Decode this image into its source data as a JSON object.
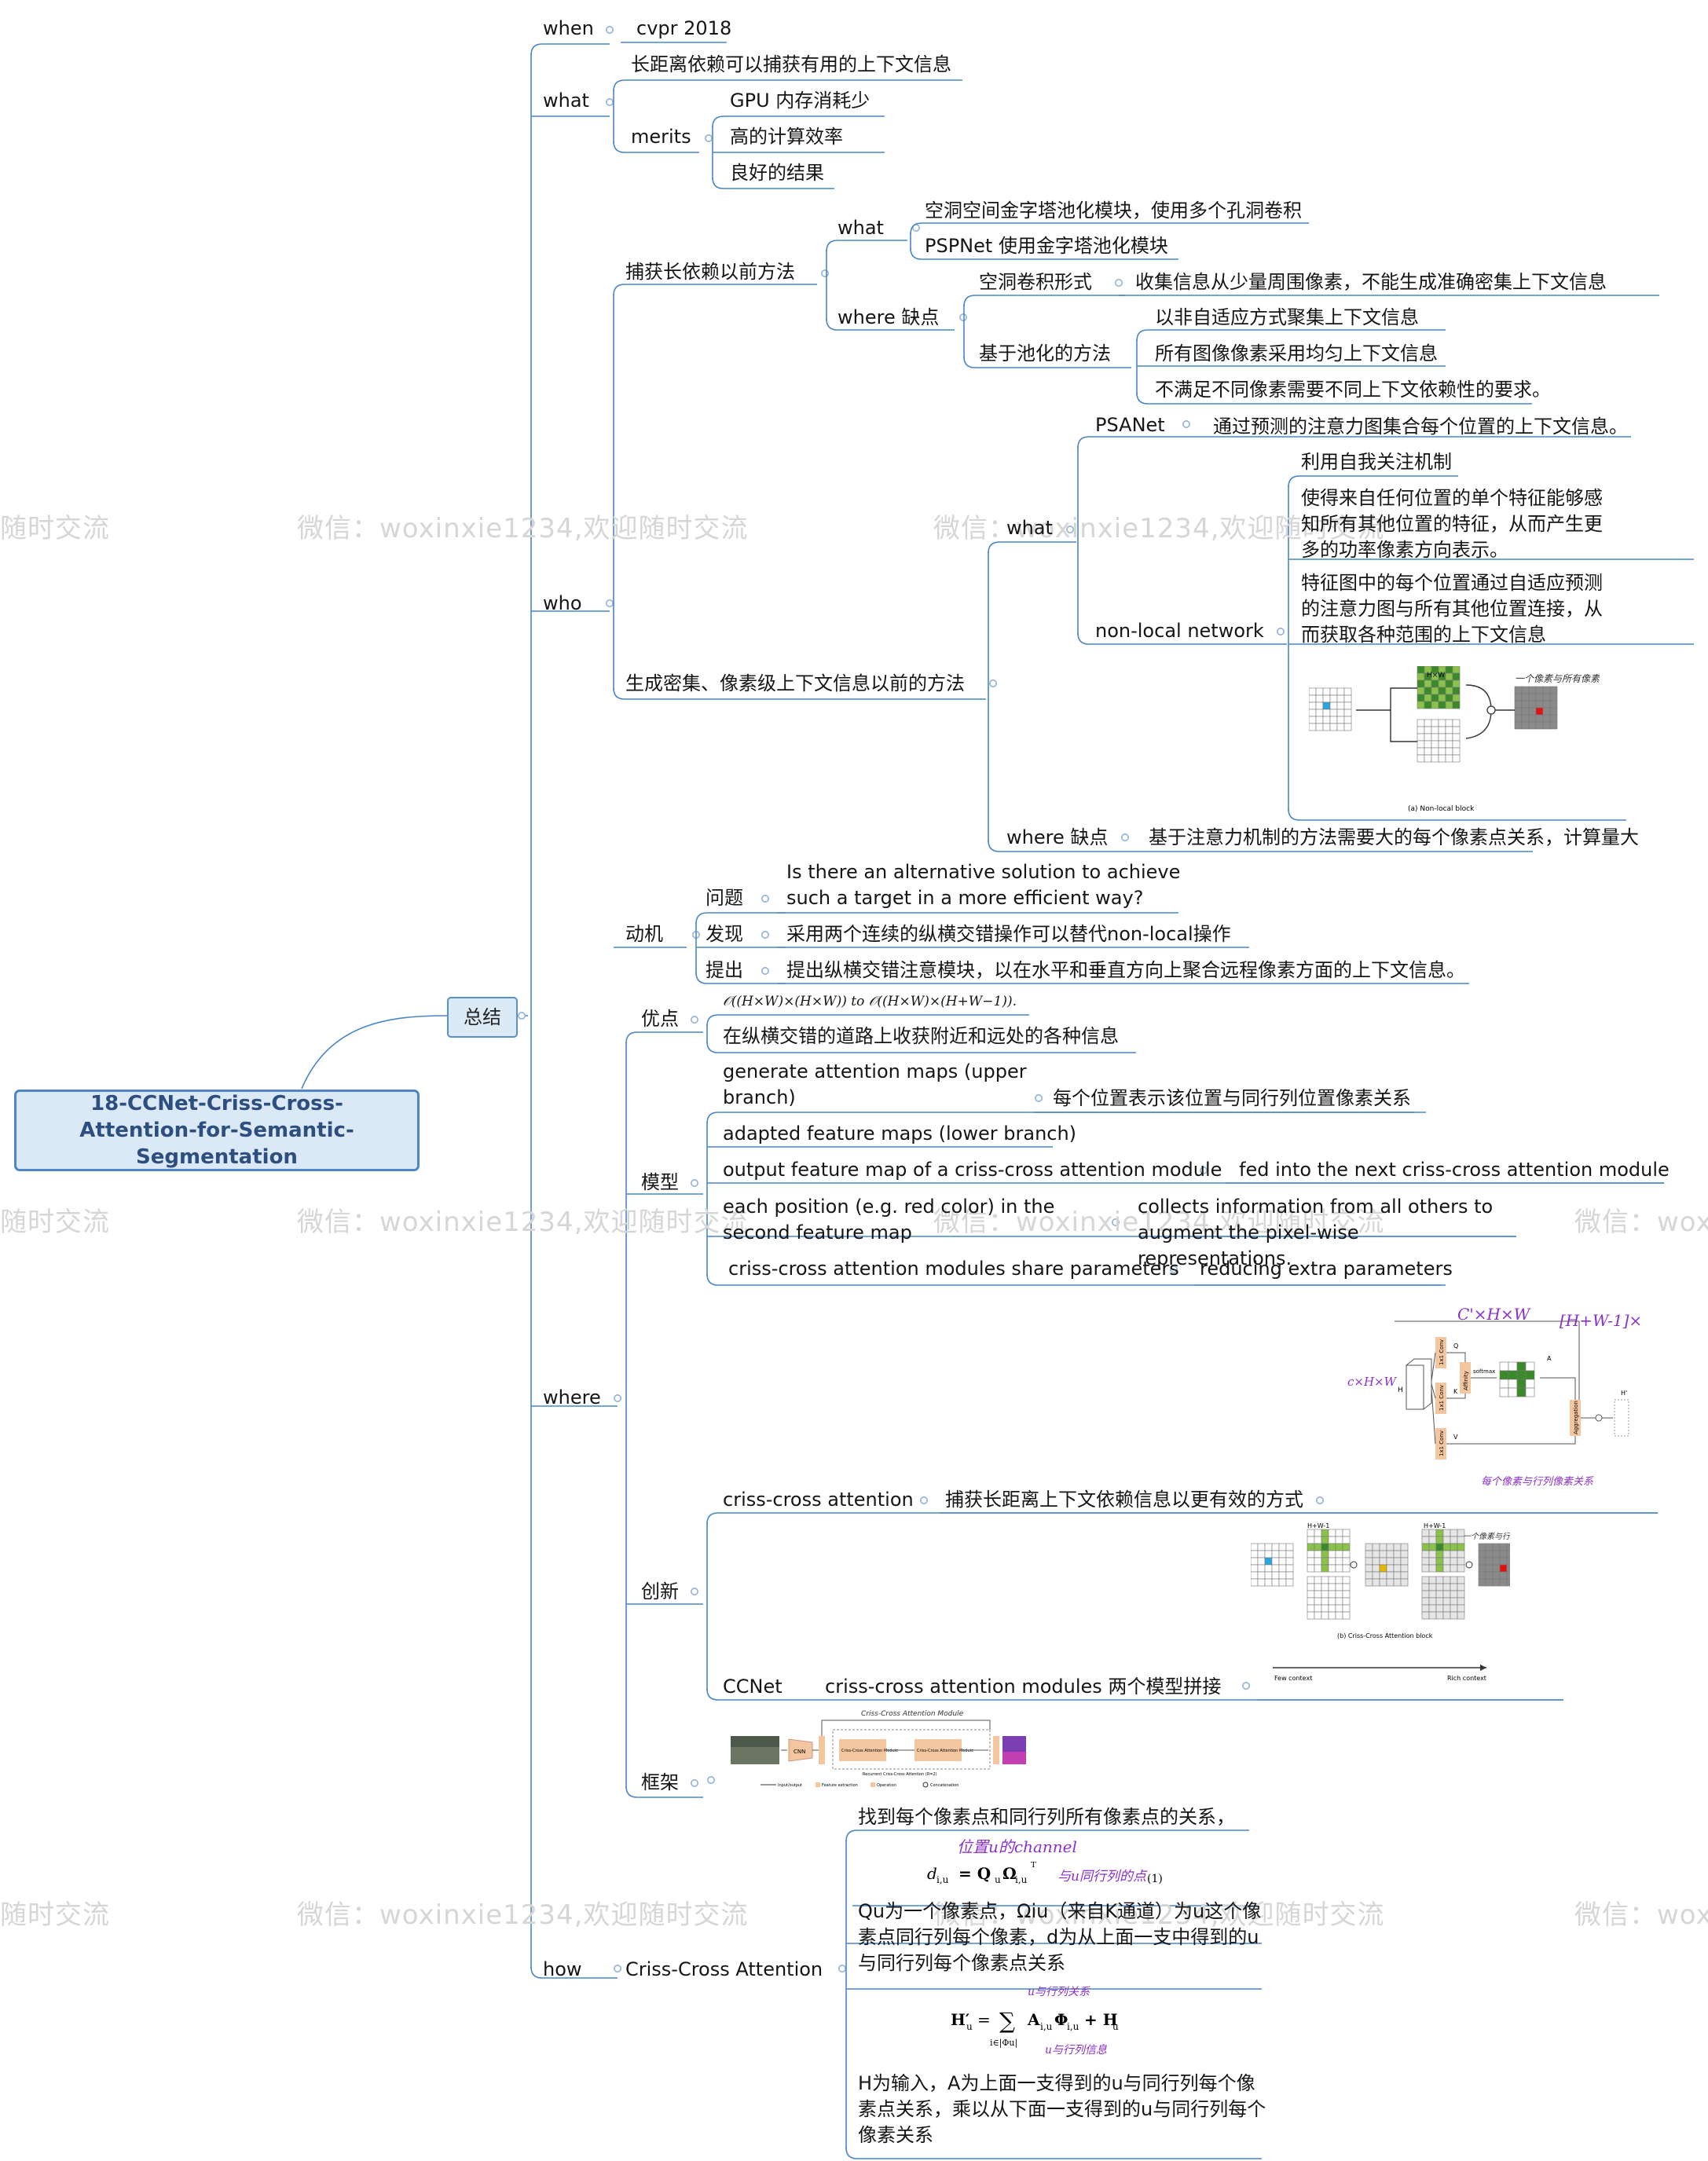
{
  "root": {
    "title": "18-CCNet-Criss-Cross-Attention-for-Semantic-Segmentation"
  },
  "summary": {
    "label": "总结"
  },
  "watermark": {
    "text": "微信：woxinxie1234,欢迎随时交流",
    "fragment_left": "随时交流",
    "fragment_right": "微信：wox"
  },
  "when": {
    "label": "when",
    "value": "cvpr 2018"
  },
  "what": {
    "label": "what",
    "desc": "长距离依赖可以捕获有用的上下文信息",
    "merits_label": "merits",
    "merits": [
      "GPU 内存消耗少",
      "高的计算效率",
      "良好的结果"
    ]
  },
  "who": {
    "label": "who",
    "prev": {
      "label": "捕获长依赖以前方法",
      "what_label": "what",
      "what_items": [
        "空洞空间金字塔池化模块，使用多个孔洞卷积",
        "PSPNet 使用金字塔池化模块"
      ],
      "where_label": "where 缺点",
      "dilated_label": "空洞卷积形式",
      "dilated_value": "收集信息从少量周围像素，不能生成准确密集上下文信息",
      "pool_label": "基于池化的方法",
      "pool_items": [
        "以非自适应方式聚集上下文信息",
        "所有图像像素采用均匀上下文信息",
        "不满足不同像素需要不同上下文依赖性的要求。"
      ]
    },
    "dense": {
      "label": "生成密集、像素级上下文信息以前的方法",
      "what_label": "what",
      "psanet_label": "PSANet",
      "psanet_value": "通过预测的注意力图集合每个位置的上下文信息。",
      "nonlocal_label": "non-local network",
      "nonlocal_items": [
        "利用自我关注机制",
        "使得来自任何位置的单个特征能够感知所有其他位置的特征，从而产生更多的功率像素方向表示。",
        "特征图中的每个位置通过自适应预测的注意力图与所有其他位置连接，从而获取各种范围的上下文信息"
      ],
      "figure": {
        "hw": "H×W",
        "annotation": "一个像素与所有像素相关联",
        "caption": "(a) Non-local block"
      },
      "where_label": "where 缺点",
      "where_value": "基于注意力机制的方法需要大的每个像素点关系，计算量大"
    },
    "motivation": {
      "label": "动机",
      "problem_label": "问题",
      "problem_value": "Is there an alternative solution to achieve such a target in a more efficient way?",
      "find_label": "发现",
      "find_value": "采用两个连续的纵横交错操作可以替代non-local操作",
      "propose_label": "提出",
      "propose_value": "提出纵横交错注意模块，以在水平和垂直方向上聚合远程像素方面的上下文信息。"
    }
  },
  "where": {
    "label": "where",
    "advantage": {
      "label": "优点",
      "formula": "𝒪((H×W)×(H×W)) to 𝒪((H×W)×(H+W−1)).",
      "value": "在纵横交错的道路上收获附近和远处的各种信息"
    },
    "model": {
      "label": "模型",
      "gen_label": "generate attention maps (upper branch)",
      "gen_value": "每个位置表示该位置与同行列位置像素关系",
      "adapted": "adapted feature maps (lower branch)",
      "output_label": "output feature map of a criss-cross attention module",
      "output_value": "fed into the next criss-cross attention module",
      "each_label": "each position (e.g. red color) in the second feature map",
      "each_value": "collects information from all others to augment the pixel-wise representations.",
      "share_label": "criss-cross attention modules share parameters",
      "share_value": "reducing extra parameters"
    },
    "innovation": {
      "label": "创新",
      "cca_label": "criss-cross attention",
      "cca_value": "捕获长距离上下文依赖信息以更有效的方式",
      "ccnet_label": "CCNet",
      "ccnet_value": "criss-cross attention modules 两个模型拼接",
      "fig1": {
        "note_top": "C'×H×W",
        "note_right": "[H+W-1]×",
        "note_left": "c×H×W",
        "note_bottom": "每个像素与行列像素关系",
        "q": "Q",
        "k": "K",
        "v": "V",
        "a": "A",
        "h": "H",
        "hp": "H'",
        "conv": "1x1 Conv",
        "affinity": "Affinity",
        "softmax": "softmax",
        "aggregation": "Aggregation"
      },
      "fig2": {
        "hw1": "H+W-1",
        "hw2": "H+W-1",
        "caption": "(b) Criss-Cross Attention block",
        "annotation": "一个像素与行列相关联",
        "few": "Few context",
        "rich": "Rich context"
      }
    },
    "framework": {
      "label": "框架",
      "cnn": "CNN",
      "recurrent": "Recurrent Criss-Cross Attention (R=2)",
      "module": "Criss-Cross Attention Module",
      "legend": [
        "Input/output",
        "Feature extraction",
        "Operation",
        "Concatenation"
      ]
    }
  },
  "how": {
    "label": "how",
    "cca_label": "Criss-Cross Attention",
    "items": [
      "找到每个像素点和同行列所有像素点的关系，",
      "Qu为一个像素点，Ωiu（来自K通道）为u这个像素点同行列每个像素，d为从上面一支中得到的u与同行列每个像素点关系",
      "H为输入，A为上面一支得到的u与同行列每个像素点关系，乘以从下面一支得到的u与同行列每个像素关系"
    ],
    "eq1": {
      "lhs": "d",
      "sub": "i,u",
      "rhs": "= Q",
      "rhs_sub": "u",
      "omega": "Ω",
      "omega_sub": "i,u",
      "t": "ᵀ",
      "num": "(1)",
      "note1": "位置u的channel",
      "note2": "与u同行列的点"
    },
    "eq2": {
      "lhs": "H′",
      "lhs_sub": "u",
      "eq": "=",
      "sum": "∑",
      "sum_sub": "i∈|Φu|",
      "a": "A",
      "a_sub": "i,u",
      "phi": "Φ",
      "phi_sub": "i,u",
      "plus": "+ H",
      "plus_sub": "u",
      "note1": "u与行列关系",
      "note2": "u与行列信息"
    }
  },
  "colors": {
    "link": "#4a86c8",
    "node_border": "#5b8fc8",
    "node_fill": "#dceaf6",
    "dot": "#8fb3d9",
    "green": "#3a8a2a",
    "green_light": "#8bc34a",
    "red": "#e31010",
    "blue": "#2aa7e0",
    "yellow": "#e8b400",
    "orange": "#f3c6a0",
    "handwriting": "#8b2fc9"
  }
}
